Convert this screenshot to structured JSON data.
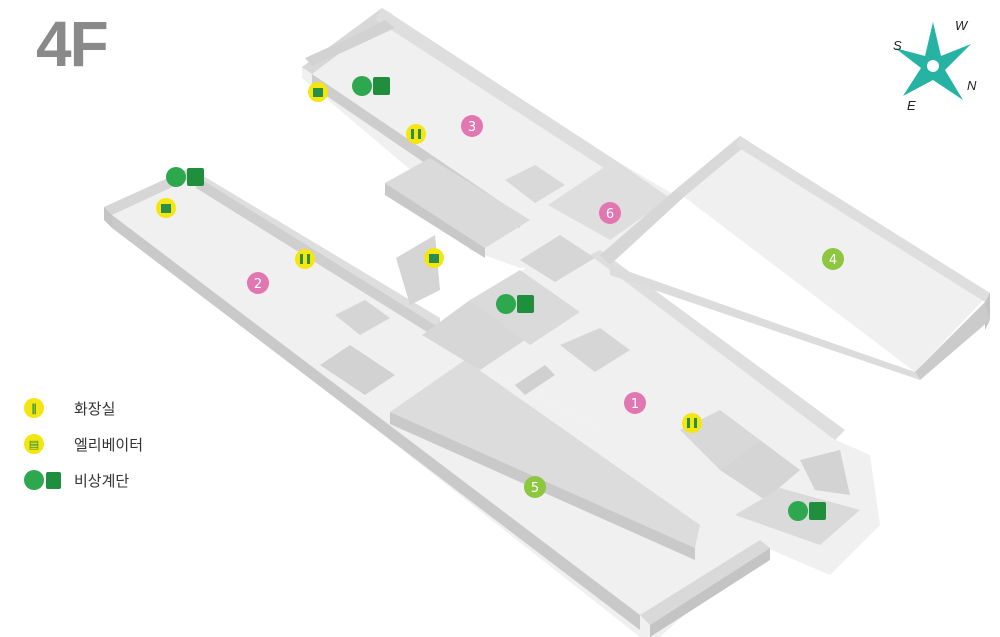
{
  "floor": "4F",
  "compass": {
    "s": "S",
    "w": "W",
    "n": "N",
    "e": "E"
  },
  "rooms": [
    {
      "label": "1",
      "color": "#e177b1"
    },
    {
      "label": "2",
      "color": "#e177b1"
    },
    {
      "label": "3",
      "color": "#e177b1"
    },
    {
      "label": "4",
      "color": "#8dc63f"
    },
    {
      "label": "5",
      "color": "#8dc63f"
    },
    {
      "label": "6",
      "color": "#e177b1"
    }
  ],
  "legend": [
    {
      "icon": "restroom-icon",
      "label": "화장실"
    },
    {
      "icon": "elevator-icon",
      "label": "엘리베이터"
    },
    {
      "icon": "emergency-exit-icon",
      "label": "비상계단"
    }
  ],
  "colors": {
    "floor": "#f1f1f1",
    "wall": "#dedede",
    "wallDark": "#c8c8c8",
    "compass": "#27b3a4",
    "restroomBg": "#f5e60f",
    "exitGreen": "#2ea84e"
  }
}
